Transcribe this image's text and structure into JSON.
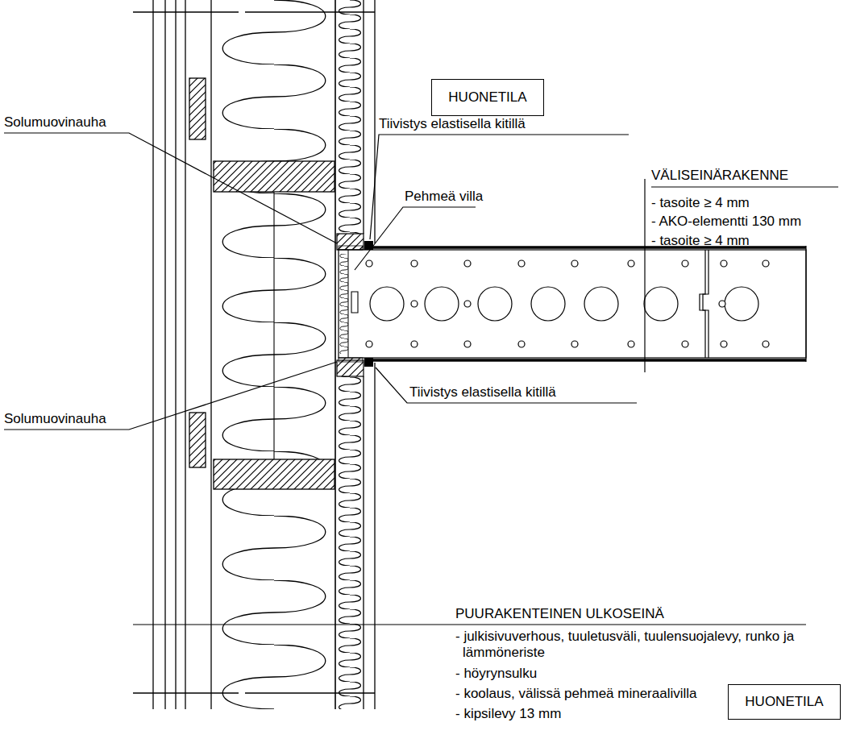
{
  "diagram": {
    "nodes": [
      {
        "text": [
          "HUONETILA"
        ]
      },
      {
        "text": [
          "HUONETILA"
        ]
      }
    ],
    "labels": [
      "Solumuovinauha",
      "Tiivistys elastisella kitillä",
      "Pehmeä villa",
      "VÄLISEINÄRAKENNE",
      "- tasoite ≥ 4 mm",
      "- AKO-elementti 130 mm",
      "- tasoite ≥ 4 mm",
      "Solumuovinauha",
      "Tiivistys elastisella kitillä",
      "PUURAKENTEINEN ULKOSEINÄ",
      "- julkisivuverhous, tuuletusväli, tuulensuojalevy, runko ja lämmöneriste",
      "- höyrynsulku",
      "- koolaus, välissä pehmeä mineraalivilla",
      "- kipsilevy 13 mm"
    ]
  }
}
